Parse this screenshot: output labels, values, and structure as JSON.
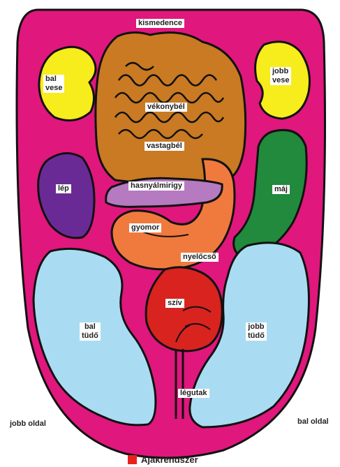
{
  "labels": {
    "bladder": "kismedence",
    "small_intestine": "vékonybél",
    "large_intestine": "vastagbél",
    "left_kidney": "bal\nvese",
    "right_kidney": "jobb\nvese",
    "spleen": "lép",
    "liver": "máj",
    "pancreas": "hasnyálmirigy",
    "stomach": "gyomor",
    "esophagus": "nyelőcső",
    "heart": "szív",
    "left_lung": "bal\ntüdő",
    "right_lung": "jobb\ntüdő",
    "airways": "légutak"
  },
  "corners": {
    "left": "jobb oldal",
    "right": "bal oldal"
  },
  "legend": {
    "label": "Ajakrendszer",
    "color": "#e8231f"
  },
  "colors": {
    "tongue": "#e0177d",
    "intestine": "#c97a22",
    "kidney": "#f7ec1c",
    "spleen": "#6a2a96",
    "liver": "#218a3c",
    "pancreas": "#b57ac0",
    "stomach": "#f07a3e",
    "heart": "#d8231f",
    "lung": "#a9dcf2"
  }
}
